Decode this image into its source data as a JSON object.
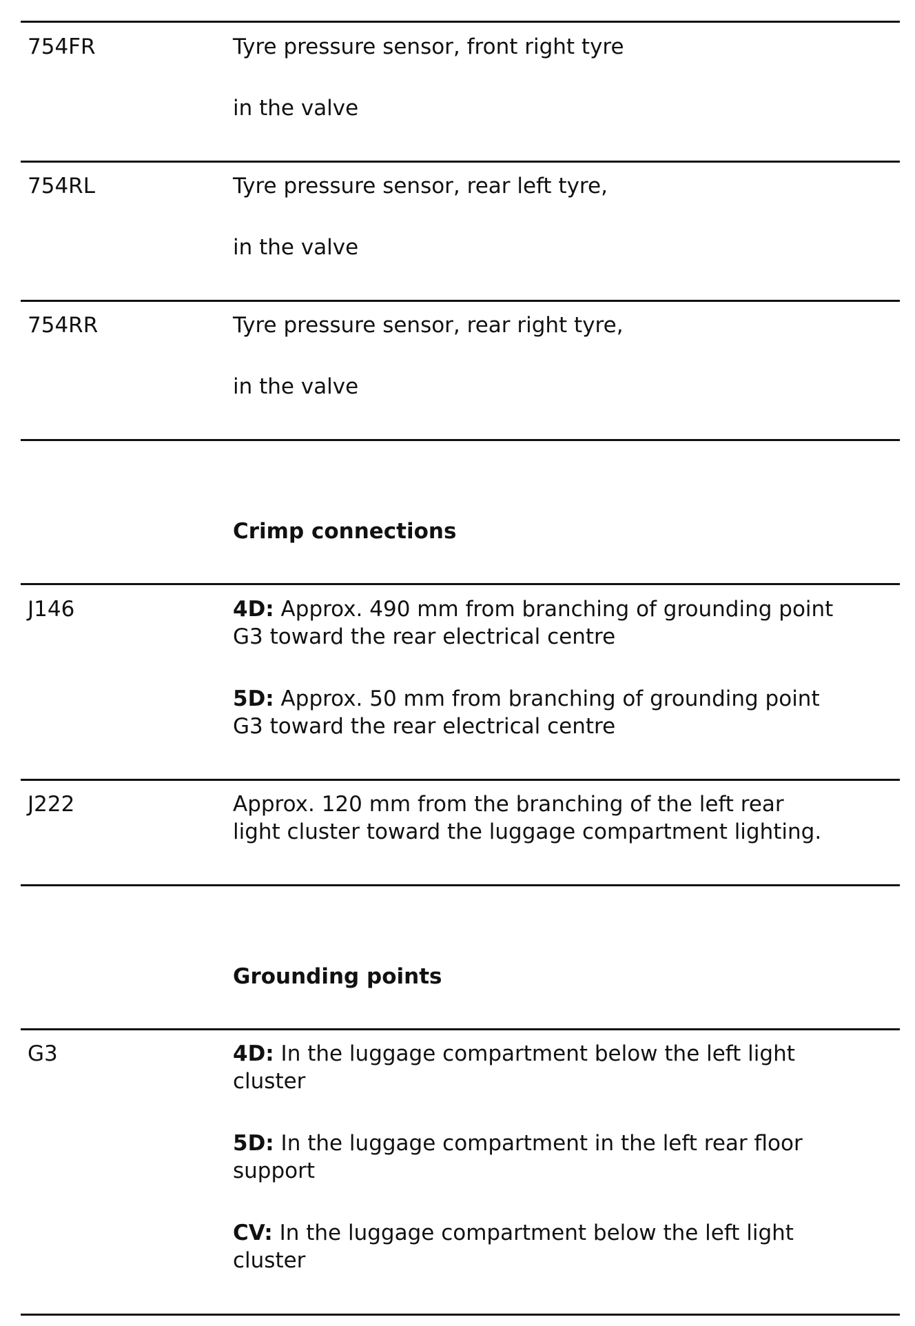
{
  "rows": [
    {
      "code": "754FR",
      "lines": [
        "Tyre pressure sensor, front right tyre",
        "in the valve"
      ]
    },
    {
      "code": "754RL",
      "lines": [
        "Tyre pressure sensor, rear left tyre,",
        "in the valve"
      ]
    },
    {
      "code": "754RR",
      "lines": [
        "Tyre pressure sensor, rear right tyre,",
        "in the valve"
      ]
    }
  ],
  "crimp": {
    "heading": "Crimp connections",
    "j146": {
      "code": "J146",
      "p4d": {
        "label": "4D:",
        "line1": " Approx. 490 mm from branching of grounding point",
        "line2": "G3 toward the rear electrical centre"
      },
      "p5d": {
        "label": "5D:",
        "line1": " Approx. 50 mm from branching of grounding point",
        "line2": "G3 toward the rear electrical centre"
      }
    },
    "j222": {
      "code": "J222",
      "line1": "Approx. 120 mm from the branching of the left rear",
      "line2": "light cluster toward the luggage compartment lighting."
    }
  },
  "grounding": {
    "heading": "Grounding points",
    "g3": {
      "code": "G3",
      "p4d": {
        "label": "4D:",
        "line1": " In the luggage compartment below the left light",
        "line2": "cluster"
      },
      "p5d": {
        "label": "5D:",
        "line1": " In the luggage compartment in the left rear floor",
        "line2": "support"
      },
      "pcv": {
        "label": "CV:",
        "line1": " In the luggage compartment below the left light",
        "line2": "cluster"
      }
    }
  }
}
